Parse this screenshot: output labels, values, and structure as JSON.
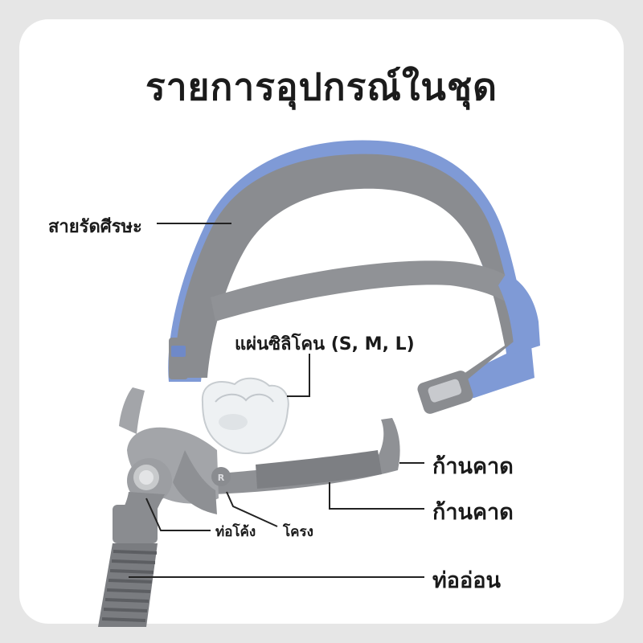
{
  "title": "รายการอุปกรณ์ในชุด",
  "labels": {
    "headgear": "สายรัดศีรษะ",
    "pillows": "แผ่นซิลิโคน (S, M, L)",
    "arm_upper": "ก้านคาด",
    "arm_lower": "ก้านคาด",
    "elbow": "ท่อโค้ง",
    "frame": "โครง",
    "tube": "ท่ออ่อน"
  },
  "frame_mark": "R",
  "colors": {
    "strap_blue": "#7f9ad6",
    "strap_gray": "#8a8c90",
    "frame_gray": "#a3a5a9",
    "text": "#1a1a1a"
  }
}
